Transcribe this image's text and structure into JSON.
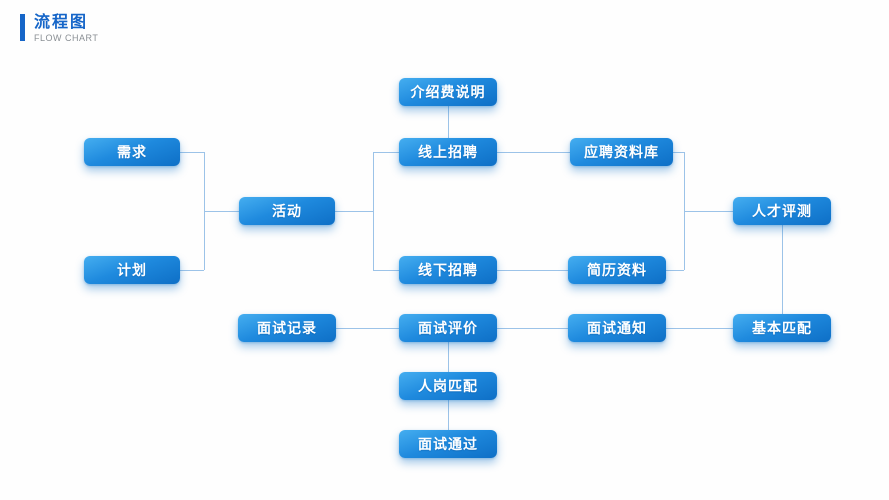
{
  "header": {
    "title": "流程图",
    "subtitle": "FLOW CHART"
  },
  "colors": {
    "accent": "#1565c8",
    "subtitle": "#8a8f94",
    "line": "#9cc3e8",
    "node_start": "#45aef0",
    "node_end": "#0e6fc6",
    "node_text": "#ffffff"
  },
  "nodes": [
    {
      "id": "referral-fee",
      "label": "介绍费说明"
    },
    {
      "id": "demand",
      "label": "需求"
    },
    {
      "id": "online-recruiting",
      "label": "线上招聘"
    },
    {
      "id": "applicant-database",
      "label": "应聘资料库"
    },
    {
      "id": "activity",
      "label": "活动"
    },
    {
      "id": "talent-assessment",
      "label": "人才评测"
    },
    {
      "id": "plan",
      "label": "计划"
    },
    {
      "id": "offline-recruiting",
      "label": "线下招聘"
    },
    {
      "id": "resume-data",
      "label": "简历资料"
    },
    {
      "id": "interview-record",
      "label": "面试记录"
    },
    {
      "id": "interview-evaluation",
      "label": "面试评价"
    },
    {
      "id": "interview-notice",
      "label": "面试通知"
    },
    {
      "id": "basic-match",
      "label": "基本匹配"
    },
    {
      "id": "person-post-match",
      "label": "人岗匹配"
    },
    {
      "id": "interview-passed",
      "label": "面试通过"
    }
  ],
  "edges": [
    {
      "from": "referral-fee",
      "to": "online-recruiting"
    },
    {
      "from": "demand",
      "to": "activity"
    },
    {
      "from": "plan",
      "to": "activity"
    },
    {
      "from": "activity",
      "to": "online-recruiting"
    },
    {
      "from": "activity",
      "to": "offline-recruiting"
    },
    {
      "from": "online-recruiting",
      "to": "applicant-database"
    },
    {
      "from": "offline-recruiting",
      "to": "resume-data"
    },
    {
      "from": "applicant-database",
      "to": "talent-assessment"
    },
    {
      "from": "resume-data",
      "to": "talent-assessment"
    },
    {
      "from": "talent-assessment",
      "to": "basic-match"
    },
    {
      "from": "basic-match",
      "to": "interview-notice"
    },
    {
      "from": "interview-notice",
      "to": "interview-evaluation"
    },
    {
      "from": "interview-evaluation",
      "to": "interview-record"
    },
    {
      "from": "interview-evaluation",
      "to": "person-post-match"
    },
    {
      "from": "person-post-match",
      "to": "interview-passed"
    }
  ]
}
